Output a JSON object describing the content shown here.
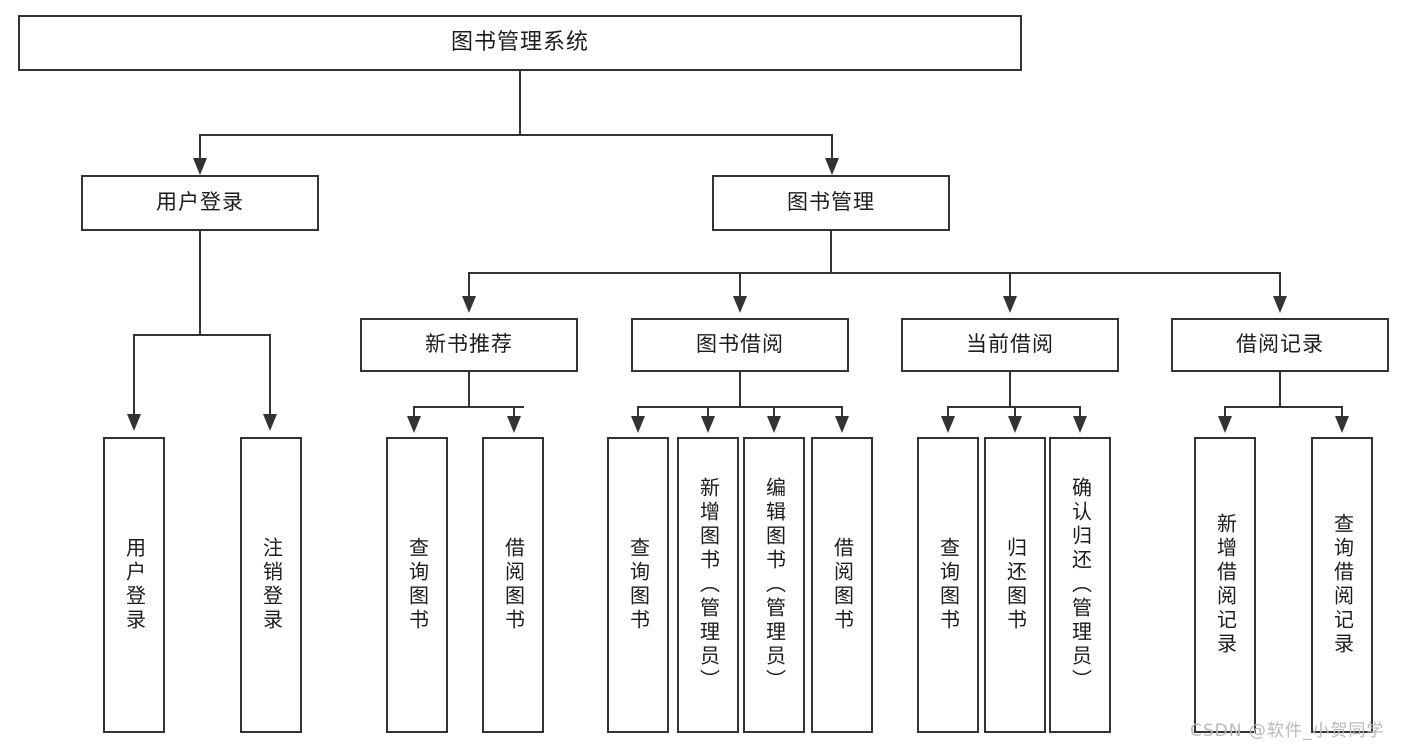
{
  "diagram": {
    "title": "图书管理系统",
    "levels": {
      "root": {
        "label": "图书管理系统"
      },
      "level2": [
        {
          "label": "用户登录"
        },
        {
          "label": "图书管理"
        }
      ],
      "level3": [
        {
          "label": "新书推荐"
        },
        {
          "label": "图书借阅"
        },
        {
          "label": "当前借阅"
        },
        {
          "label": "借阅记录"
        }
      ],
      "leaves": {
        "user_login": [
          {
            "label": "用户登录"
          },
          {
            "label": "注销登录"
          }
        ],
        "new_book_recommend": [
          {
            "label": "查询图书"
          },
          {
            "label": "借阅图书"
          }
        ],
        "book_borrow": [
          {
            "label": "查询图书"
          },
          {
            "label": "新增图书（管理员）"
          },
          {
            "label": "编辑图书（管理员）"
          },
          {
            "label": "借阅图书"
          }
        ],
        "current_borrow": [
          {
            "label": "查询图书"
          },
          {
            "label": "归还图书"
          },
          {
            "label": "确认归还（管理员）"
          }
        ],
        "borrow_record": [
          {
            "label": "新增借阅记录"
          },
          {
            "label": "查询借阅记录"
          }
        ]
      }
    }
  },
  "watermark": {
    "text": "CSDN @软件_小贺同学"
  },
  "colors": {
    "stroke": "#333333",
    "background": "#ffffff",
    "text": "#1c1c1c",
    "watermark": "#b9b9b9"
  }
}
